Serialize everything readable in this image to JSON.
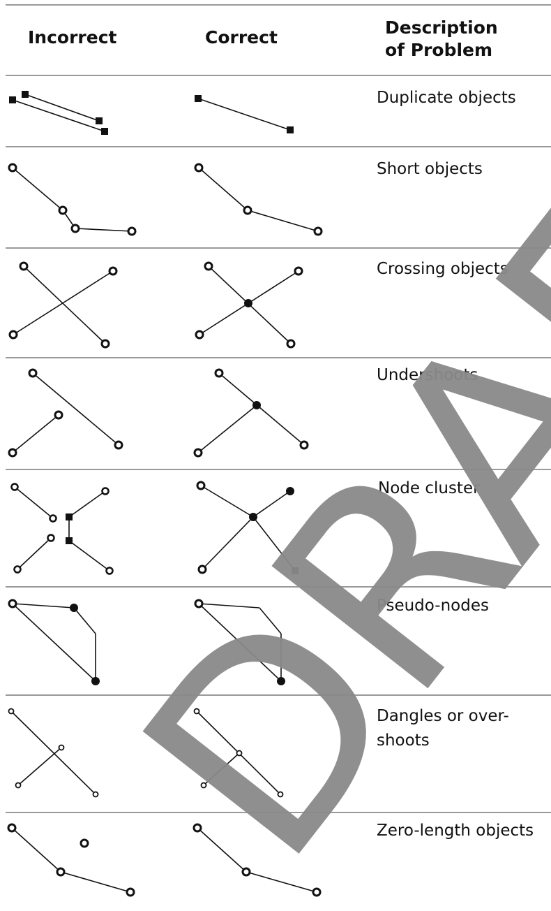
{
  "table": {
    "headers": {
      "incorrect": "Incorrect",
      "correct": "Correct",
      "description_line1": "Description",
      "description_line2": "of Problem"
    },
    "rows": [
      {
        "description": [
          "Duplicate objects"
        ]
      },
      {
        "description": [
          "Short objects"
        ]
      },
      {
        "description": [
          "Crossing objects"
        ]
      },
      {
        "description": [
          "Undershoots"
        ]
      },
      {
        "description": [
          "Node cluster"
        ]
      },
      {
        "description": [
          "Pseudo-nodes"
        ]
      },
      {
        "description": [
          "Dangles or over-",
          "shoots"
        ]
      },
      {
        "description": [
          "Zero-length objects"
        ]
      }
    ]
  },
  "watermark": {
    "text": "DRAFT",
    "color": "#8a8a8a"
  }
}
